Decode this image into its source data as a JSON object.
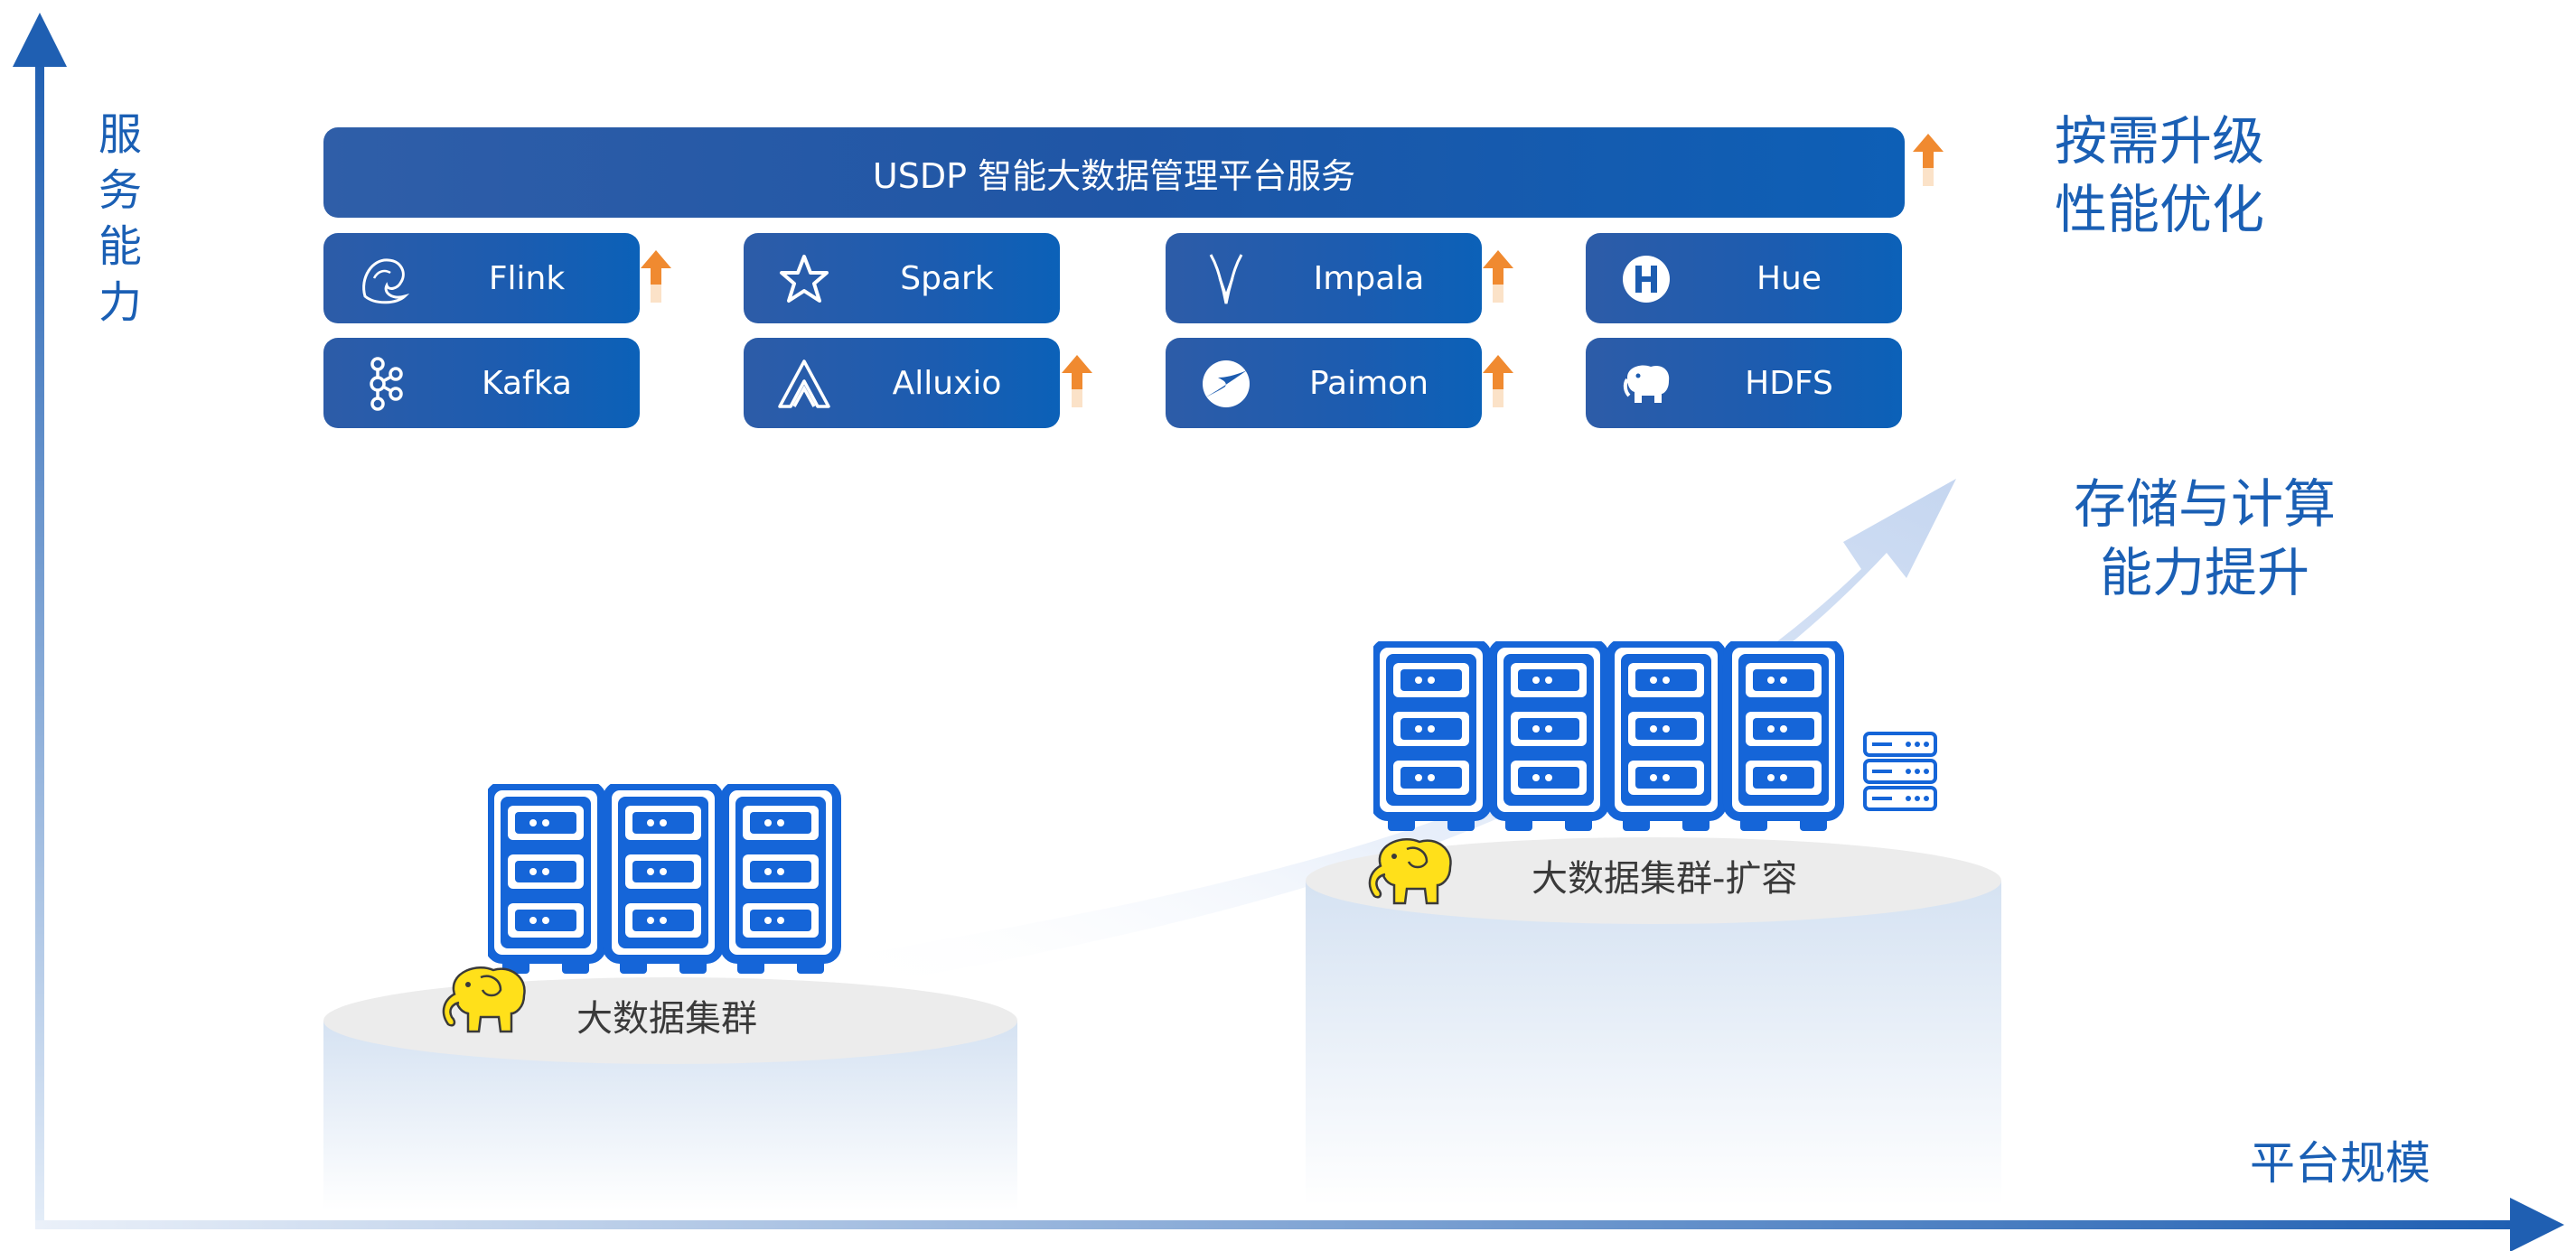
{
  "axes": {
    "y_label": [
      "服",
      "务",
      "能",
      "力"
    ],
    "x_label": "平台规模"
  },
  "platform_bar": {
    "label": "USDP 智能大数据管理平台服务"
  },
  "components": [
    {
      "label": "Flink",
      "icon": "squirrel-icon",
      "upgrade": true
    },
    {
      "label": "Spark",
      "icon": "star-icon",
      "upgrade": false
    },
    {
      "label": "Impala",
      "icon": "antelope-icon",
      "upgrade": true
    },
    {
      "label": "Hue",
      "icon": "hue-logo-icon",
      "upgrade": false
    },
    {
      "label": "Kafka",
      "icon": "kafka-nodes-icon",
      "upgrade": false
    },
    {
      "label": "Alluxio",
      "icon": "alluxio-logo-icon",
      "upgrade": true
    },
    {
      "label": "Paimon",
      "icon": "paimon-logo-icon",
      "upgrade": true
    },
    {
      "label": "HDFS",
      "icon": "elephant-icon",
      "upgrade": false
    }
  ],
  "notes": {
    "upgrade": [
      "按需升级",
      "性能优化"
    ],
    "capacity": [
      "存储与计算",
      "能力提升"
    ]
  },
  "clusters": {
    "base": {
      "label": "大数据集群",
      "servers": 3
    },
    "expanded": {
      "label": "大数据集群-扩容",
      "servers": 4
    }
  },
  "colors": {
    "primary": "#1a5fb4",
    "bar_dark": "#2f5ea8",
    "bar_light": "#0d5fb6",
    "server_blue": "#1565d8",
    "upgrade_orange": "#f08a30",
    "hadoop_yellow": "#ffe01a"
  }
}
